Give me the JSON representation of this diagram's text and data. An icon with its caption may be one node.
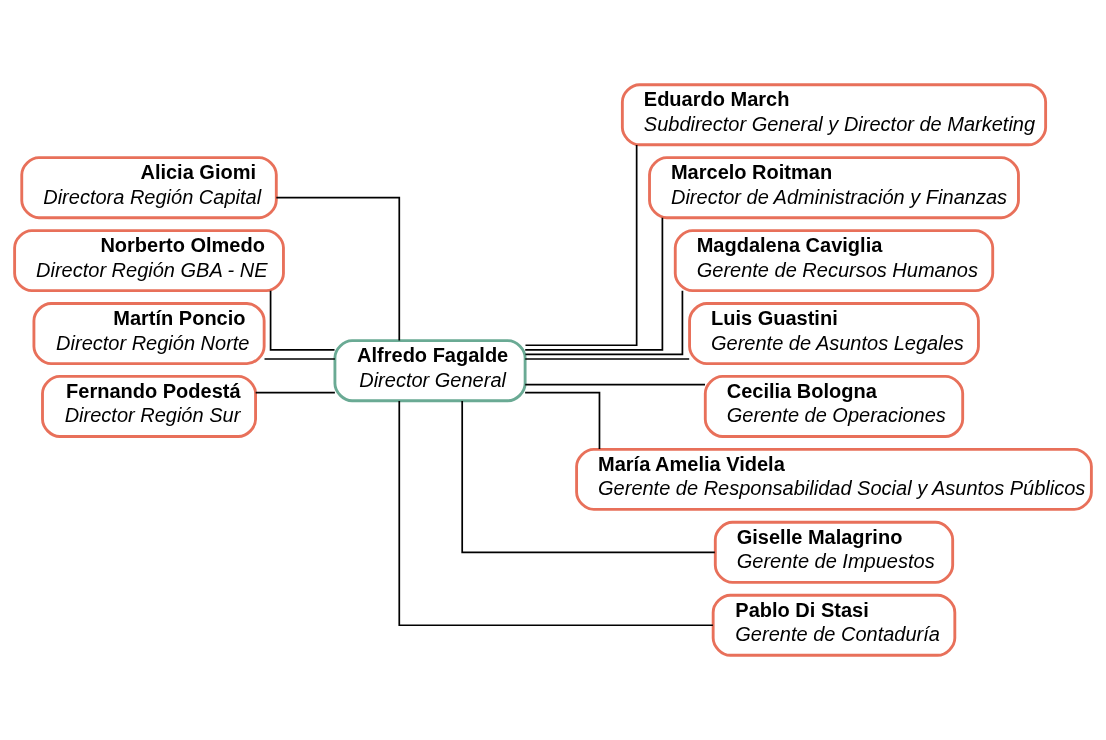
{
  "diagram": {
    "nodes": [
      {
        "text": [
          "Alfredo Fagalde",
          "Director General"
        ]
      },
      {
        "text": [
          "Eduardo March",
          "Subdirector General y Director de Marketing"
        ]
      },
      {
        "text": [
          "Alicia Giomi",
          "Directora Región Capital"
        ]
      },
      {
        "text": [
          "Marcelo Roitman",
          "Director de Administración y Finanzas"
        ]
      },
      {
        "text": [
          "Magdalena Caviglia",
          "Gerente de Recursos Humanos"
        ]
      },
      {
        "text": [
          "Norberto Olmedo",
          "Director Región GBA - NE"
        ]
      },
      {
        "text": [
          "Luis Guastini",
          "Gerente de Asuntos Legales"
        ]
      },
      {
        "text": [
          "Cecilia Bologna",
          "Gerente de Operaciones"
        ]
      },
      {
        "text": [
          "Martín Poncio",
          "Director Región Norte"
        ]
      },
      {
        "text": [
          "María Amelia Videla",
          "Gerente de Responsabilidad Social y Asuntos Públicos"
        ]
      },
      {
        "text": [
          "Giselle Malagrino",
          "Gerente de Impuestos"
        ]
      },
      {
        "text": [
          "Fernando Podestá",
          "Director Región Sur"
        ]
      },
      {
        "text": [
          "Pablo Di Stasi",
          "Gerente de Contaduría"
        ]
      }
    ],
    "edges": [
      {
        "from": 0,
        "to": 1,
        "arrow": "none"
      },
      {
        "from": 0,
        "to": 2,
        "arrow": "none"
      },
      {
        "from": 0,
        "to": 3,
        "arrow": "none"
      },
      {
        "from": 0,
        "to": 4,
        "arrow": "none"
      },
      {
        "from": 0,
        "to": 5,
        "arrow": "none"
      },
      {
        "from": 0,
        "to": 6,
        "arrow": "none"
      },
      {
        "from": 0,
        "to": 7,
        "arrow": "none"
      },
      {
        "from": 0,
        "to": 8,
        "arrow": "none"
      },
      {
        "from": 0,
        "to": 9,
        "arrow": "none"
      },
      {
        "from": 0,
        "to": 10,
        "arrow": "none"
      },
      {
        "from": 0,
        "to": 11,
        "arrow": "none"
      },
      {
        "from": 0,
        "to": 12,
        "arrow": "none"
      }
    ]
  }
}
